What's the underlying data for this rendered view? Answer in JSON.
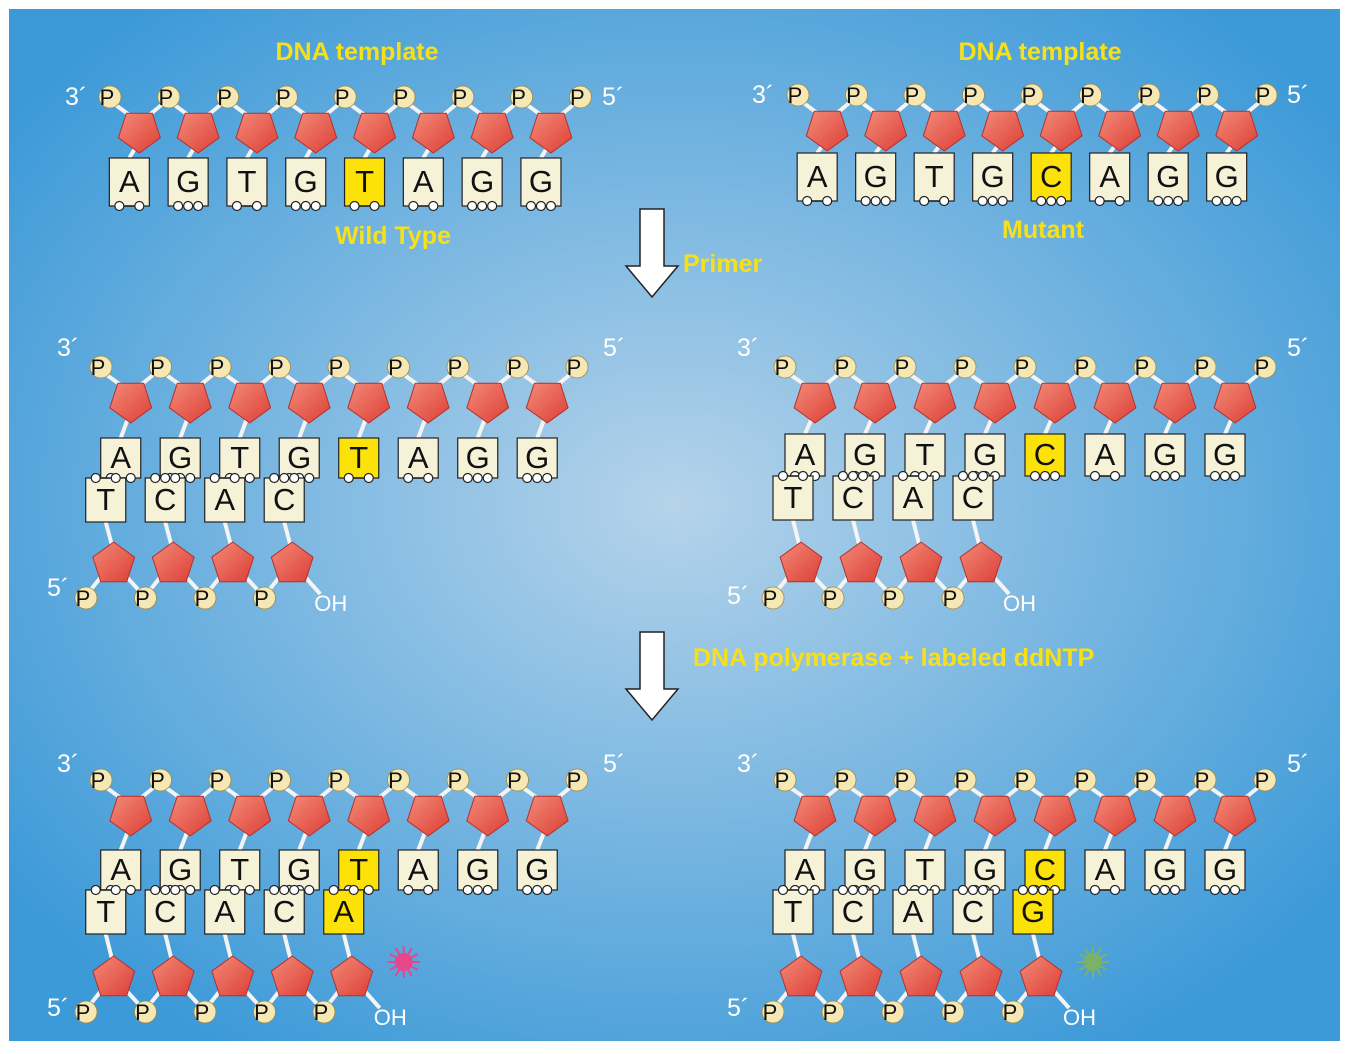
{
  "labels": {
    "template_left": "DNA template",
    "template_right": "DNA template",
    "wild_type": "Wild Type",
    "mutant": "Mutant",
    "step1": "Primer",
    "step2": "DNA polymerase + labeled ddNTP",
    "end_3": "3´",
    "end_5": "5´",
    "phosphate": "P",
    "hydroxyl": "OH"
  },
  "sequences": {
    "wild_type_template": [
      "A",
      "G",
      "T",
      "G",
      "T",
      "A",
      "G",
      "G"
    ],
    "mutant_template": [
      "A",
      "G",
      "T",
      "G",
      "C",
      "A",
      "G",
      "G"
    ],
    "primer_complement": [
      "T",
      "C",
      "A",
      "C"
    ],
    "wild_type_added": "A",
    "mutant_added": "G"
  },
  "bonds": {
    "A": 2,
    "T": 2,
    "G": 3,
    "C": 3
  },
  "colors": {
    "background_center": "#b5d3ea",
    "background_edge": "#3d9ad8",
    "sugar": "#e85a4d",
    "phosphate": "#f6e8b4",
    "base_box": "#f6f2d8",
    "highlight_box": "#fde20a",
    "yellow_text": "#f7e019",
    "dye_wild_type": "#e8468a",
    "dye_mutant": "#7ab26a"
  },
  "icons": [
    "down-arrow-icon",
    "sunburst-dye-icon"
  ]
}
